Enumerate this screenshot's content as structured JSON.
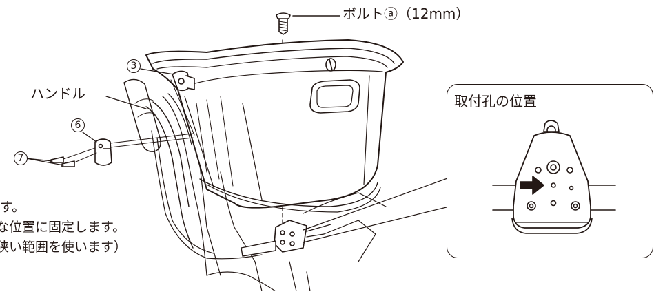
{
  "labels": {
    "bolt": "ボルトⓐ（12mm）",
    "handle": "ハンドル",
    "callout_3": "3",
    "callout_6": "6",
    "callout_7": "7"
  },
  "inset": {
    "title": "取付孔の位置"
  },
  "instructions": [
    "す。",
    "な位置に固定します。",
    "狭い範囲を使います）"
  ]
}
